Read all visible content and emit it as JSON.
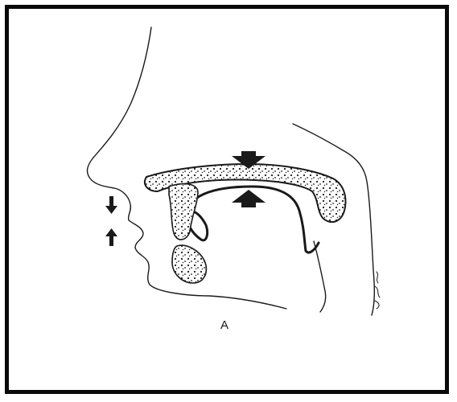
{
  "figure": {
    "panel_label": "A",
    "ink_color": "#1a1a1a",
    "frame_color": "#0a0a0a",
    "background_color": "#ffffff",
    "stippled_structures": [
      "hard-palate",
      "upper-alveolar-ridge",
      "lower-jaw"
    ],
    "arrows": [
      {
        "name": "palate-down-arrow",
        "direction": "down"
      },
      {
        "name": "tongue-up-arrow",
        "direction": "up"
      },
      {
        "name": "upper-lip-down-arrow",
        "direction": "down"
      },
      {
        "name": "lower-lip-up-arrow",
        "direction": "up"
      }
    ]
  }
}
